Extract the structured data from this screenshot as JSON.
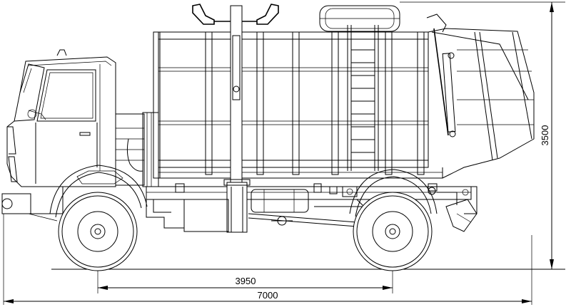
{
  "dimensions": {
    "wheelbase": "3950",
    "overall_length": "7000",
    "overall_height": "3500"
  }
}
